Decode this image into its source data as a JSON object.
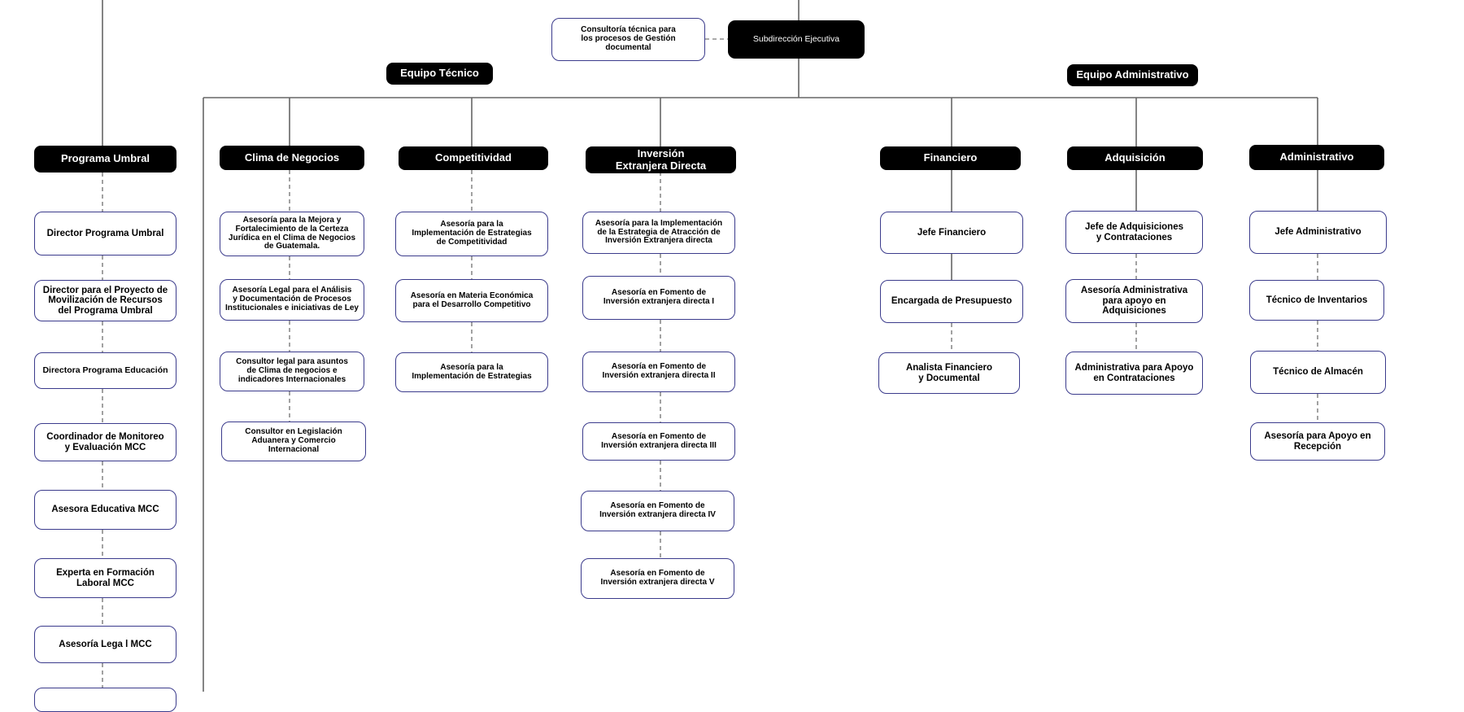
{
  "colors": {
    "header_bg": "#000000",
    "header_text": "#ffffff",
    "box_border": "#3b3b8c",
    "line": "#666666"
  },
  "top": {
    "subdireccion": "Subdirección Ejecutiva",
    "consultoria": "Consultoría técnica para\nlos procesos de Gestión\ndocumental"
  },
  "groups": {
    "tecnico": "Equipo Técnico",
    "administrativo": "Equipo Administrativo"
  },
  "umbral": {
    "header": "Programa Umbral",
    "items": [
      "Director Programa  Umbral",
      "Director para el Proyecto de\nMovilización de Recursos\ndel Programa Umbral",
      "Directora Programa Educación",
      "Coordinador de Monitoreo\ny Evaluación MCC",
      "Asesora Educativa MCC",
      "Experta en Formación\nLaboral MCC",
      "Asesoría  Lega l MCC"
    ]
  },
  "clima": {
    "header": "Clima de Negocios",
    "items": [
      "Asesoría para la Mejora y\nFortalecimiento de la Certeza\nJurídica en el Clima de Negocios\nde Guatemala.",
      "Asesoría Legal para el Análisis\ny Documentación de Procesos\nInstitucionales e iniciativas de Ley",
      "Consultor legal para asuntos\nde Clima de negocios e\nindicadores Internacionales",
      "Consultor en Legislación\nAduanera y Comercio\nInternacional"
    ]
  },
  "competitividad": {
    "header": "Competitividad",
    "items": [
      "Asesoría para la\nImplementación de Estrategias\nde Competitividad",
      "Asesoría en Materia Económica\npara el Desarrollo Competitivo",
      "Asesoría para la\nImplementación de Estrategias"
    ]
  },
  "inversion": {
    "header": "Inversión\nExtranjera Directa",
    "items": [
      "Asesoría para la Implementación\nde la Estrategia de Atracción de\nInversión Extranjera directa",
      "Asesoría en Fomento de\nInversión extranjera directa I",
      "Asesoría en Fomento de\nInversión extranjera directa II",
      "Asesoría en Fomento de\nInversión extranjera directa III",
      "Asesoría en Fomento de\nInversión extranjera directa IV",
      "Asesoría en Fomento de\nInversión extranjera directa V"
    ]
  },
  "financiero": {
    "header": "Financiero",
    "items": [
      "Jefe Financiero",
      "Encargada de Presupuesto",
      "Analista Financiero\ny Documental"
    ]
  },
  "adquisicion": {
    "header": "Adquisición",
    "items": [
      "Jefe de Adquisiciones\ny Contrataciones",
      "Asesoría Administrativa\npara apoyo en Adquisiciones",
      "Administrativa para Apoyo\nen Contrataciones"
    ]
  },
  "administrativo": {
    "header": "Administrativo",
    "items": [
      "Jefe Administrativo",
      "Técnico de Inventarios",
      "Técnico de Almacén",
      "Asesoría para Apoyo en\nRecepción"
    ]
  }
}
